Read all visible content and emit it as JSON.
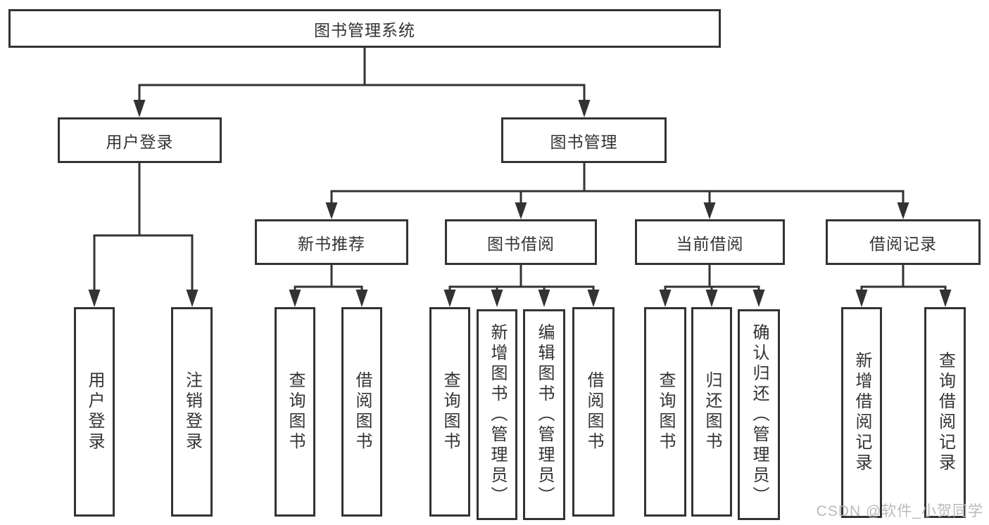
{
  "tree": {
    "root": "图书管理系统",
    "branches": [
      {
        "label": "用户登录",
        "leaves": [
          "用户登录",
          "注销登录"
        ]
      },
      {
        "label": "图书管理",
        "groups": [
          {
            "label": "新书推荐",
            "leaves": [
              "查询图书",
              "借阅图书"
            ]
          },
          {
            "label": "图书借阅",
            "leaves": [
              "查询图书",
              "新增图书（管理员）",
              "编辑图书（管理员）",
              "借阅图书"
            ]
          },
          {
            "label": "当前借阅",
            "leaves": [
              "查询图书",
              "归还图书",
              "确认归还（管理员）"
            ]
          },
          {
            "label": "借阅记录",
            "leaves": [
              "新增借阅记录",
              "查询借阅记录"
            ]
          }
        ]
      }
    ]
  },
  "watermark": {
    "text": "CSDN @软件_小贺同学"
  },
  "style": {
    "line_color": "#333333",
    "text_color": "#333333",
    "box_bg": "#ffffff",
    "watermark_color": "#b3b3b3",
    "page_bg": "#ffffff"
  }
}
